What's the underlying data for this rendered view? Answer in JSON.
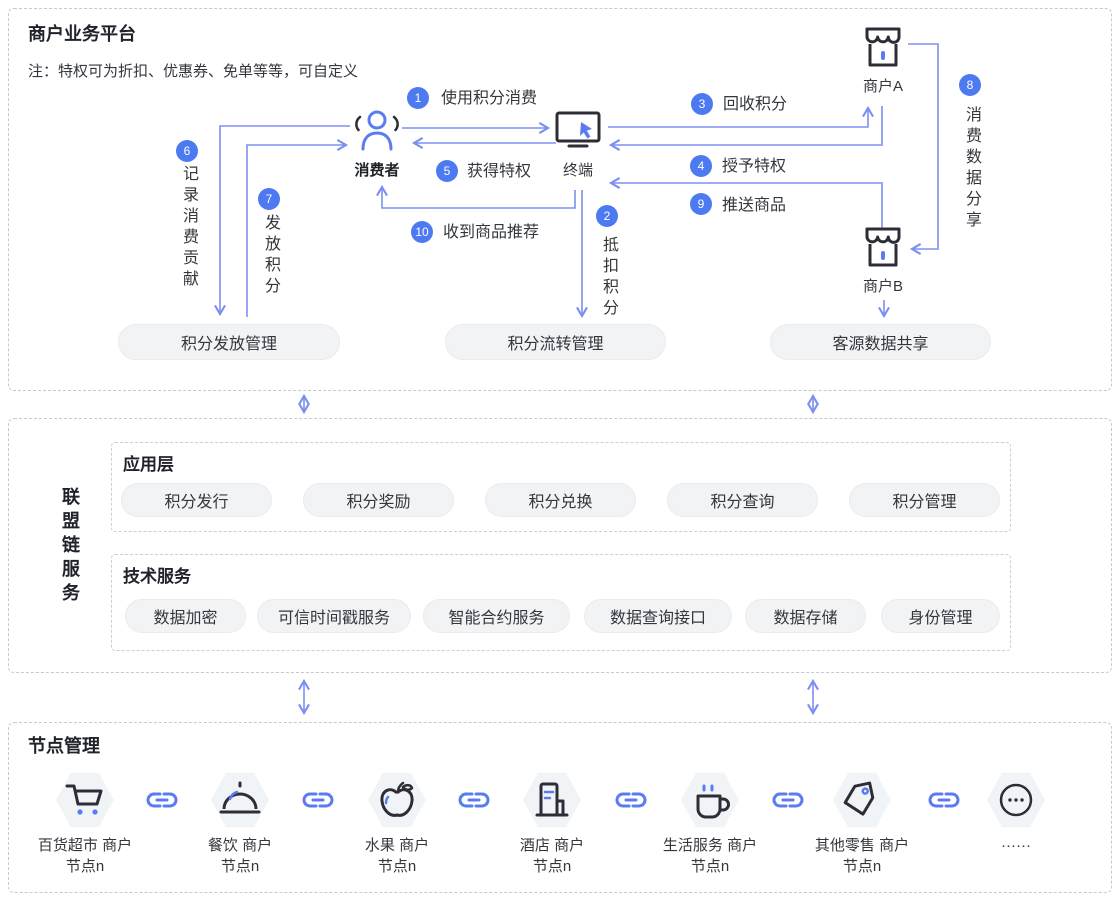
{
  "platform": {
    "title": "商户业务平台",
    "note": "注：特权可为折扣、优惠券、免单等等，可自定义",
    "actors": {
      "consumer": "消费者",
      "terminal": "终端",
      "merchant_a": "商户A",
      "merchant_b": "商户B"
    },
    "flows": [
      {
        "num": "1",
        "label": "使用积分消费"
      },
      {
        "num": "2",
        "label": "抵扣积分"
      },
      {
        "num": "3",
        "label": "回收积分"
      },
      {
        "num": "4",
        "label": "授予特权"
      },
      {
        "num": "5",
        "label": "获得特权"
      },
      {
        "num": "6",
        "label": "记录消费贡献"
      },
      {
        "num": "7",
        "label": "发放积分"
      },
      {
        "num": "8",
        "label": "消费数据分享"
      },
      {
        "num": "9",
        "label": "推送商品"
      },
      {
        "num": "10",
        "label": "收到商品推荐"
      }
    ],
    "pills": [
      "积分发放管理",
      "积分流转管理",
      "客源数据共享"
    ]
  },
  "league": {
    "title": "联盟链服务",
    "app": {
      "title": "应用层",
      "pills": [
        "积分发行",
        "积分奖励",
        "积分兑换",
        "积分查询",
        "积分管理"
      ]
    },
    "tech": {
      "title": "技术服务",
      "pills": [
        "数据加密",
        "可信时间戳服务",
        "智能合约服务",
        "数据查询接口",
        "数据存储",
        "身份管理"
      ]
    }
  },
  "nodes": {
    "title": "节点管理",
    "items": [
      {
        "icon": "cart-icon",
        "label": "百货超市 商户",
        "label2": "节点n"
      },
      {
        "icon": "cloche-icon",
        "label": "餐饮 商户",
        "label2": "节点n"
      },
      {
        "icon": "apple-icon",
        "label": "水果 商户",
        "label2": "节点n"
      },
      {
        "icon": "hotel-icon",
        "label": "酒店 商户",
        "label2": "节点n"
      },
      {
        "icon": "cup-icon",
        "label": "生活服务 商户",
        "label2": "节点n"
      },
      {
        "icon": "tag-icon",
        "label": "其他零售 商户",
        "label2": "节点n"
      },
      {
        "icon": "more-icon",
        "label": "······",
        "label2": ""
      }
    ]
  },
  "colors": {
    "badge_blue": "#4d7af0",
    "line_blue": "#7d90f0",
    "icon_blue": "#5b7cf0",
    "icon_dark": "#2d2d38",
    "pill_bg": "#f1f3f5"
  }
}
